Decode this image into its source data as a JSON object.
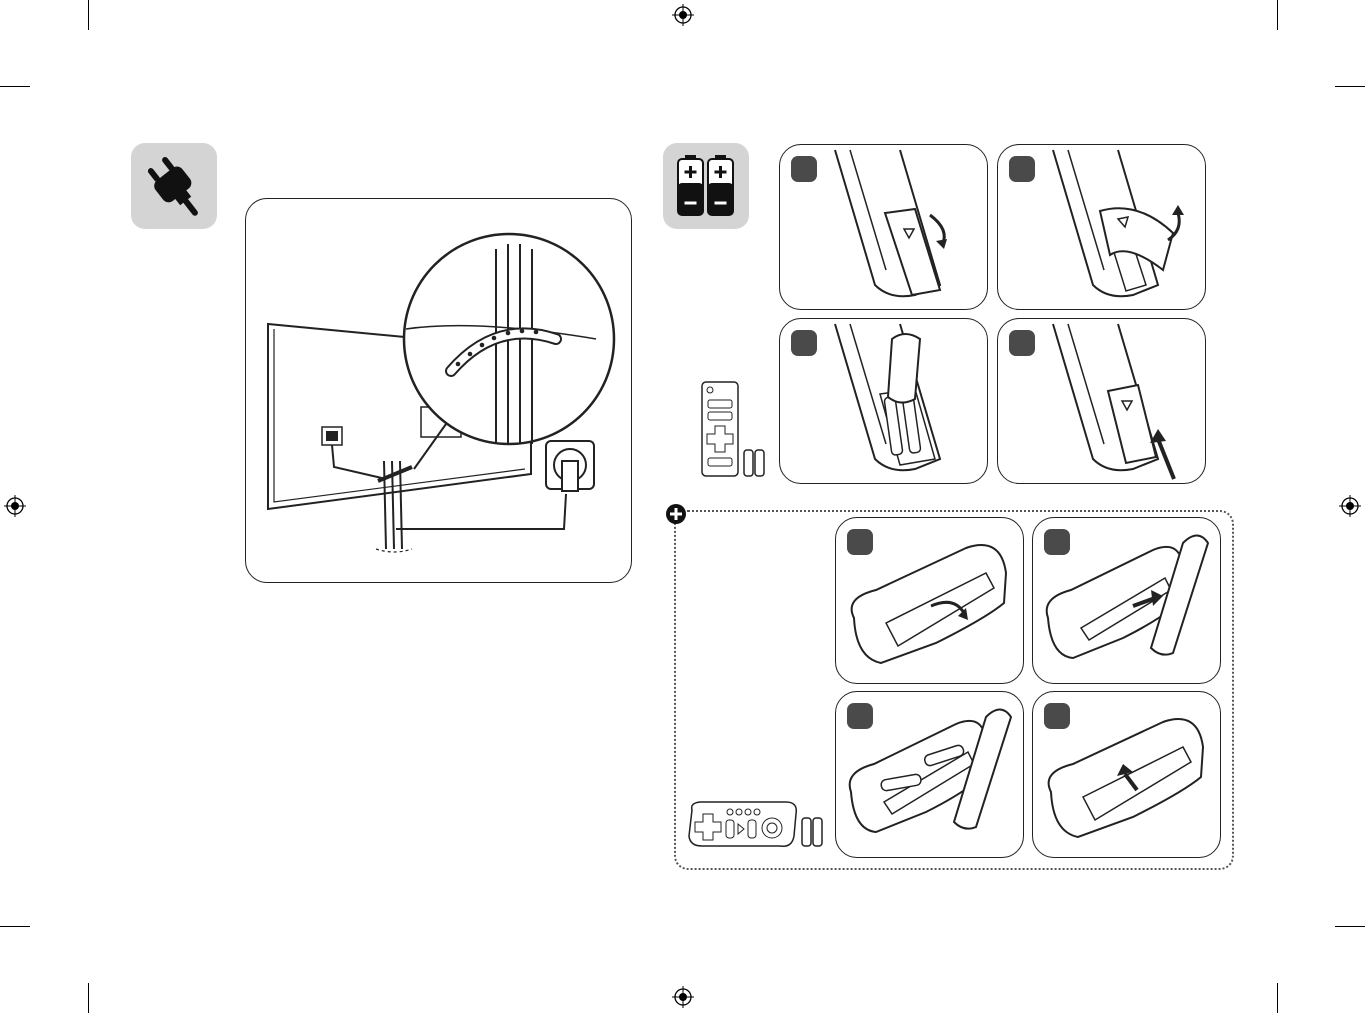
{
  "page": {
    "sections": [
      {
        "id": "power-cable-management",
        "icon": "power-plug-icon"
      },
      {
        "id": "remote-battery-insertion",
        "icon": "batteries-icon"
      },
      {
        "id": "magic-remote-battery-insertion",
        "icon": "plus-circle-icon"
      }
    ],
    "colors": {
      "icon_tile": "#d4d4d4",
      "line_art": "#222222",
      "step_badge": "#4a4a4a",
      "dotted_border": "#555555"
    }
  },
  "remote_steps": {
    "count": 4
  },
  "magic_remote_steps": {
    "count": 4
  }
}
